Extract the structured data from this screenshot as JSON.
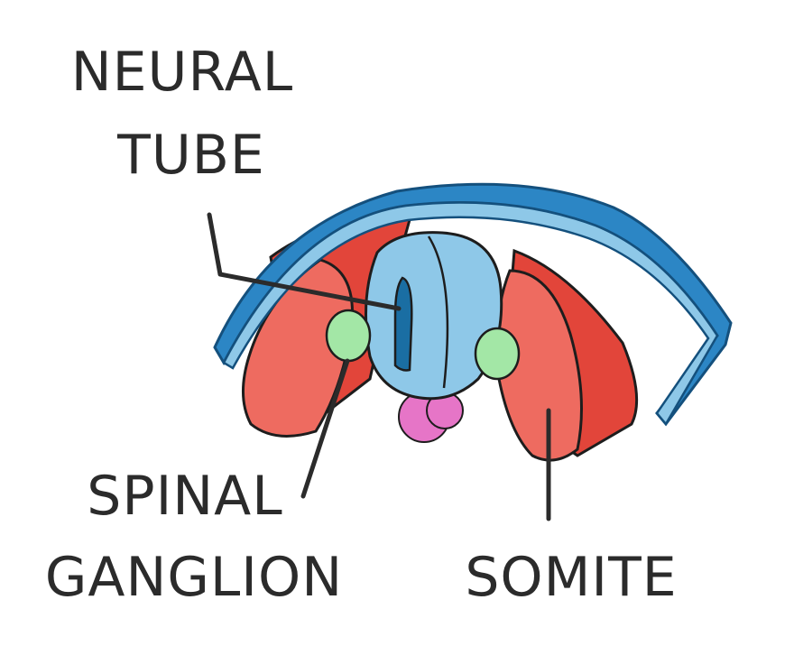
{
  "labels": {
    "neural_tube": [
      "NEURAL",
      "TUBE"
    ],
    "spinal_ganglion": [
      "SPINAL",
      "GANGLION"
    ],
    "somite": "SOMITE"
  },
  "colors": {
    "ectoderm_dark_blue": "#2c86c5",
    "ectoderm_outline": "#14507d",
    "neural_tube_light_blue": "#8ec8e8",
    "neural_canal_blue": "#1a6ea3",
    "somite_red": "#e2453a",
    "somite_light_red": "#ee6b60",
    "spinal_ganglion_green": "#a3e7a6",
    "notochord_pink": "#e675c7",
    "line_color": "#2b2b2b"
  }
}
